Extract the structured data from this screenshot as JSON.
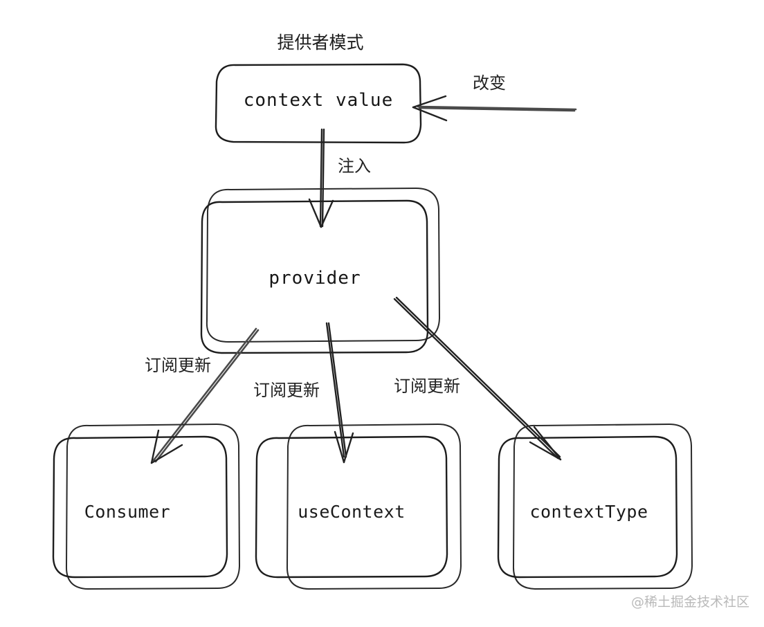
{
  "diagram": {
    "title": "提供者模式",
    "watermark": "@稀土掘金技术社区",
    "nodes": {
      "context_value": {
        "label": "context value",
        "fill": "#ffffff"
      },
      "provider": {
        "label": "provider",
        "fill": "#8c9fe2"
      },
      "consumer": {
        "label": "Consumer",
        "fill": "#eec95f"
      },
      "use_context": {
        "label": "useContext",
        "fill": "#eec95f"
      },
      "context_type": {
        "label": "contextType",
        "fill": "#eec95f"
      }
    },
    "edges": {
      "change": "改变",
      "inject": "注入",
      "subscribe_consumer": "订阅更新",
      "subscribe_use_context": "订阅更新",
      "subscribe_context_type": "订阅更新"
    },
    "colors": {
      "blue_fill": "#8c9fe2",
      "blue_hatch": "#c6d0f2",
      "yellow_fill": "#eec95f",
      "yellow_hatch": "#f7e3a8",
      "stroke": "#1d1d1d",
      "arrow": "#4a4a4a",
      "background": "#ffffff",
      "watermark": "#b9b9b9"
    }
  }
}
